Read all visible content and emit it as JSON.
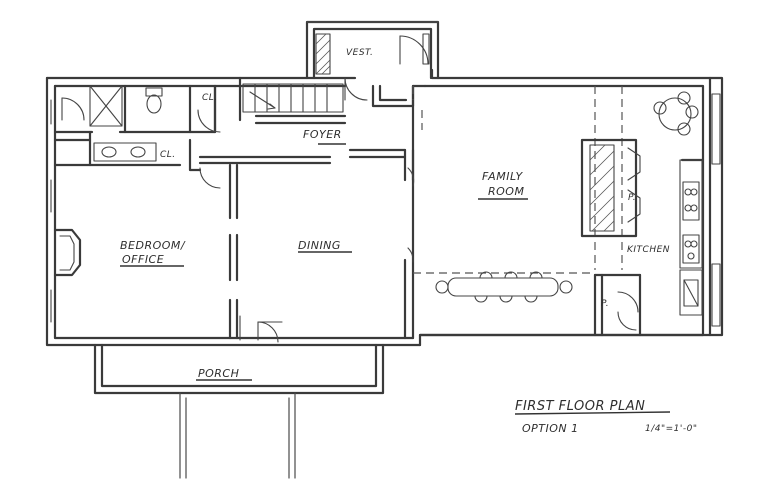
{
  "plan": {
    "title": "FIRST FLOOR PLAN",
    "option": "OPTION 1",
    "scale": "1/4\"=1'-0\""
  },
  "rooms": {
    "vestibule": "VEST.",
    "foyer": "FOYER",
    "family_room_line1": "FAMILY",
    "family_room_line2": "ROOM",
    "bedroom_line1": "BEDROOM/",
    "bedroom_line2": "OFFICE",
    "dining": "DINING",
    "kitchen": "KITCHEN",
    "porch": "PORCH",
    "closet_upper": "CL.",
    "closet_lower": "CL.",
    "pantry_island": "P.",
    "pantry_lower": "P."
  }
}
